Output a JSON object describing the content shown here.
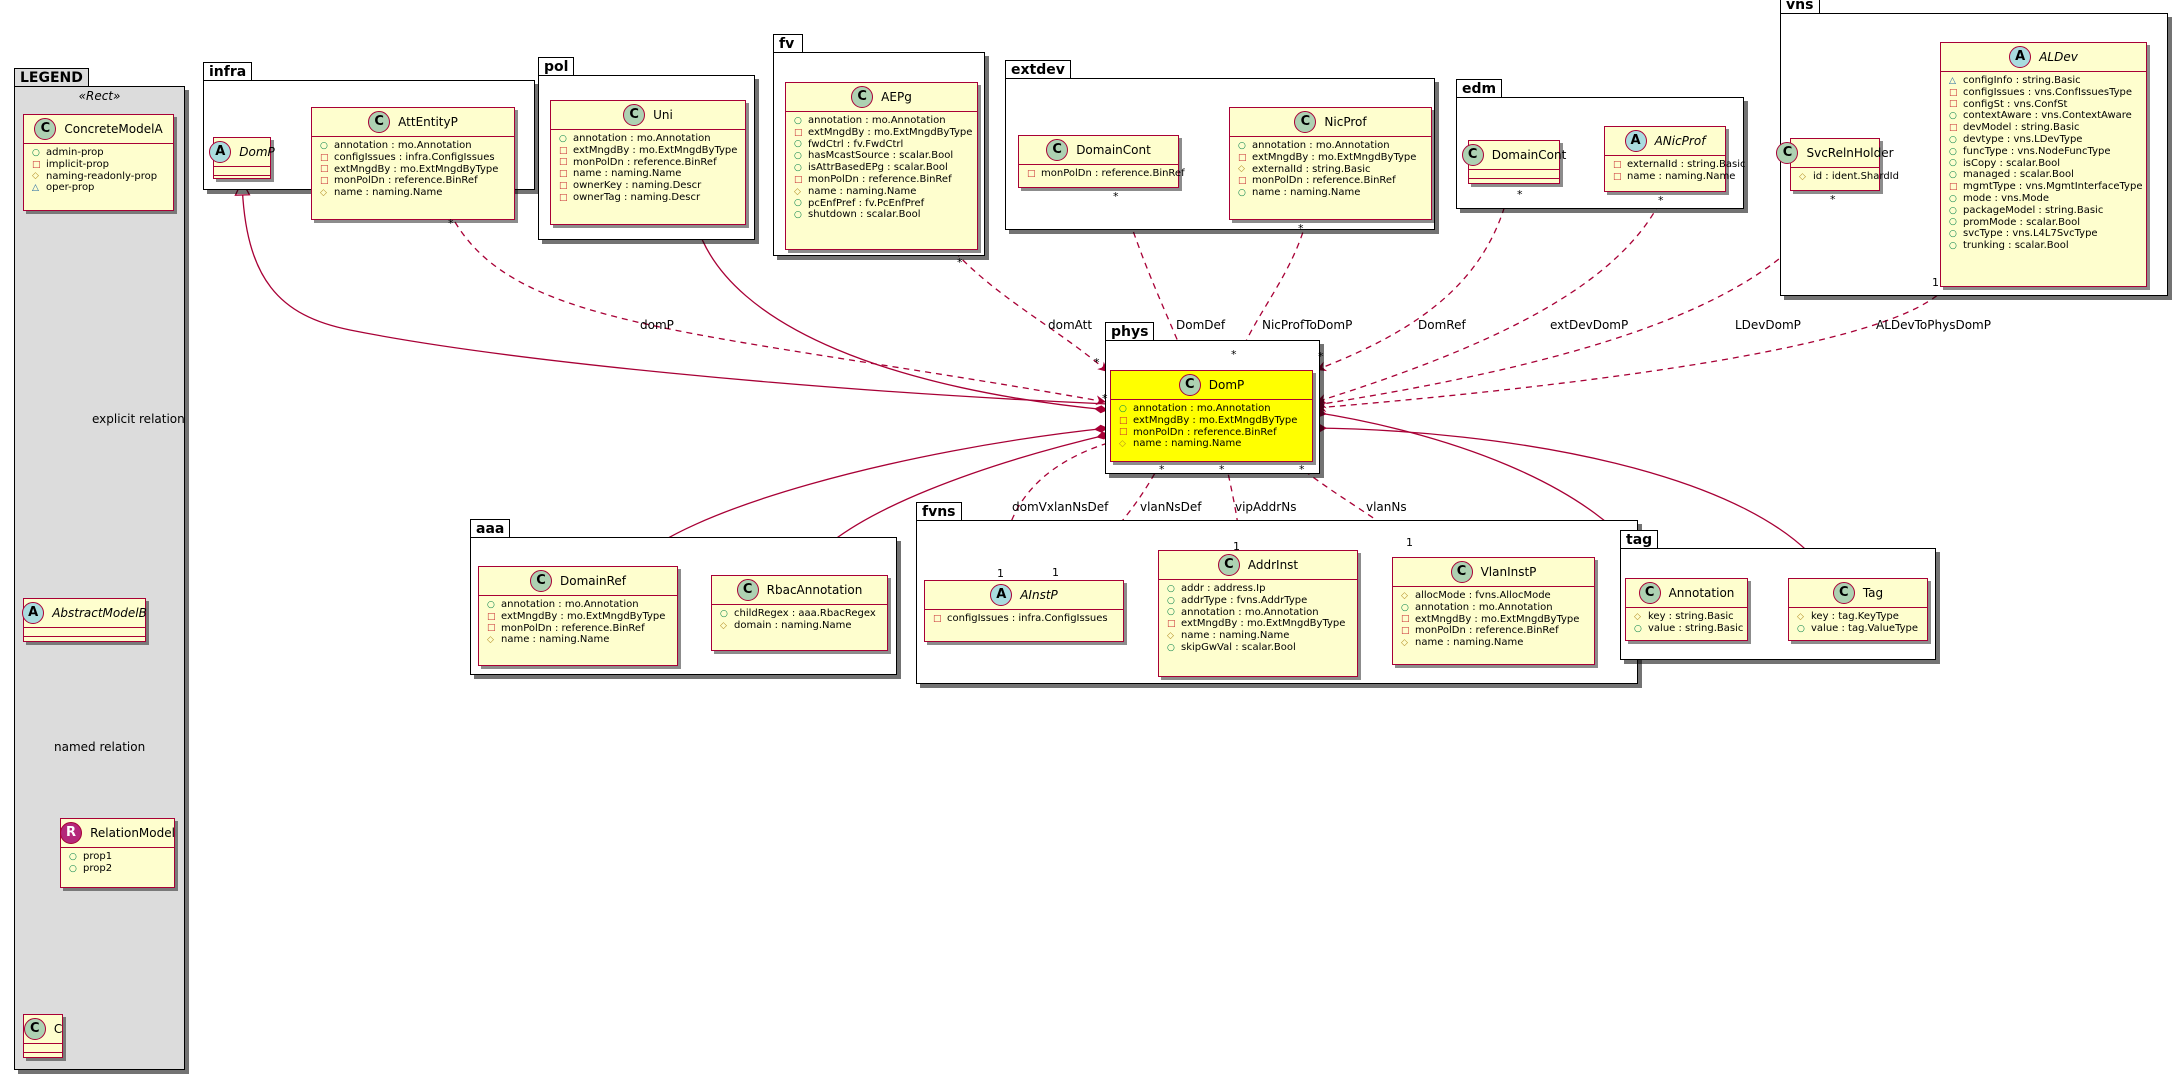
{
  "legend": {
    "title": "LEGEND",
    "stereotype": "«Rect»",
    "concrete": {
      "name": "ConcreteModelA",
      "spot": "C",
      "attrs": [
        [
          "+",
          "admin-prop"
        ],
        [
          "-",
          "implicit-prop"
        ],
        [
          "#",
          "naming-readonly-prop"
        ],
        [
          "~",
          "oper-prop"
        ]
      ]
    },
    "abstract": {
      "name": "AbstractModelB",
      "spot": "A"
    },
    "relation": {
      "name": "RelationModel",
      "spot": "R",
      "attrs": [
        [
          "+",
          "prop1"
        ],
        [
          "+",
          "prop2"
        ]
      ]
    },
    "target": {
      "name": "C",
      "spot": "C"
    },
    "explicit_label": "explicit relation",
    "named_label": "named relation"
  },
  "packages": {
    "infra": "infra",
    "pol": "pol",
    "fv": "fv",
    "extdev": "extdev",
    "edm": "edm",
    "vns": "vns",
    "phys": "phys",
    "aaa": "aaa",
    "fvns": "fvns",
    "tag": "tag"
  },
  "classes": {
    "infra_DomP": {
      "name": "DomP",
      "spot": "A",
      "abstract": true
    },
    "AttEntityP": {
      "name": "AttEntityP",
      "spot": "C",
      "attrs": [
        [
          "+",
          "annotation : mo.Annotation"
        ],
        [
          "-",
          "configIssues : infra.ConfigIssues"
        ],
        [
          "-",
          "extMngdBy : mo.ExtMngdByType"
        ],
        [
          "-",
          "monPolDn : reference.BinRef"
        ],
        [
          "#",
          "name : naming.Name"
        ]
      ]
    },
    "Uni": {
      "name": "Uni",
      "spot": "C",
      "attrs": [
        [
          "+",
          "annotation : mo.Annotation"
        ],
        [
          "-",
          "extMngdBy : mo.ExtMngdByType"
        ],
        [
          "-",
          "monPolDn : reference.BinRef"
        ],
        [
          "-",
          "name : naming.Name"
        ],
        [
          "-",
          "ownerKey : naming.Descr"
        ],
        [
          "-",
          "ownerTag : naming.Descr"
        ]
      ]
    },
    "AEPg": {
      "name": "AEPg",
      "spot": "C",
      "attrs": [
        [
          "+",
          "annotation : mo.Annotation"
        ],
        [
          "-",
          "extMngdBy : mo.ExtMngdByType"
        ],
        [
          "+",
          "fwdCtrl : fv.FwdCtrl"
        ],
        [
          "+",
          "hasMcastSource : scalar.Bool"
        ],
        [
          "+",
          "isAttrBasedEPg : scalar.Bool"
        ],
        [
          "-",
          "monPolDn : reference.BinRef"
        ],
        [
          "#",
          "name : naming.Name"
        ],
        [
          "+",
          "pcEnfPref : fv.PcEnfPref"
        ],
        [
          "+",
          "shutdown : scalar.Bool"
        ]
      ]
    },
    "extdev_DomainCont": {
      "name": "DomainCont",
      "spot": "C",
      "attrs": [
        [
          "-",
          "monPolDn : reference.BinRef"
        ]
      ]
    },
    "NicProf": {
      "name": "NicProf",
      "spot": "C",
      "attrs": [
        [
          "+",
          "annotation : mo.Annotation"
        ],
        [
          "-",
          "extMngdBy : mo.ExtMngdByType"
        ],
        [
          "#",
          "externalId : string.Basic"
        ],
        [
          "-",
          "monPolDn : reference.BinRef"
        ],
        [
          "+",
          "name : naming.Name"
        ]
      ]
    },
    "edm_DomainCont": {
      "name": "DomainCont",
      "spot": "C"
    },
    "ANicProf": {
      "name": "ANicProf",
      "spot": "A",
      "abstract": true,
      "attrs": [
        [
          "-",
          "externalId : string.Basic"
        ],
        [
          "-",
          "name : naming.Name"
        ]
      ]
    },
    "SvcRelnHolder": {
      "name": "SvcRelnHolder",
      "spot": "C",
      "attrs": [
        [
          "#",
          "id : ident.ShardId"
        ]
      ]
    },
    "ALDev": {
      "name": "ALDev",
      "spot": "A",
      "abstract": true,
      "attrs": [
        [
          "~",
          "configInfo : string.Basic"
        ],
        [
          "-",
          "configIssues : vns.ConfIssuesType"
        ],
        [
          "-",
          "configSt : vns.ConfSt"
        ],
        [
          "+",
          "contextAware : vns.ContextAware"
        ],
        [
          "-",
          "devModel : string.Basic"
        ],
        [
          "+",
          "devtype : vns.LDevType"
        ],
        [
          "+",
          "funcType : vns.NodeFuncType"
        ],
        [
          "+",
          "isCopy : scalar.Bool"
        ],
        [
          "+",
          "managed : scalar.Bool"
        ],
        [
          "-",
          "mgmtType : vns.MgmtInterfaceType"
        ],
        [
          "+",
          "mode : vns.Mode"
        ],
        [
          "+",
          "packageModel : string.Basic"
        ],
        [
          "+",
          "promMode : scalar.Bool"
        ],
        [
          "+",
          "svcType : vns.L4L7SvcType"
        ],
        [
          "+",
          "trunking : scalar.Bool"
        ]
      ]
    },
    "phys_DomP": {
      "name": "DomP",
      "spot": "C",
      "attrs": [
        [
          "+",
          "annotation : mo.Annotation"
        ],
        [
          "-",
          "extMngdBy : mo.ExtMngdByType"
        ],
        [
          "-",
          "monPolDn : reference.BinRef"
        ],
        [
          "#",
          "name : naming.Name"
        ]
      ]
    },
    "DomainRef": {
      "name": "DomainRef",
      "spot": "C",
      "attrs": [
        [
          "+",
          "annotation : mo.Annotation"
        ],
        [
          "-",
          "extMngdBy : mo.ExtMngdByType"
        ],
        [
          "-",
          "monPolDn : reference.BinRef"
        ],
        [
          "#",
          "name : naming.Name"
        ]
      ]
    },
    "RbacAnnotation": {
      "name": "RbacAnnotation",
      "spot": "C",
      "attrs": [
        [
          "+",
          "childRegex : aaa.RbacRegex"
        ],
        [
          "#",
          "domain : naming.Name"
        ]
      ]
    },
    "AInstP": {
      "name": "AInstP",
      "spot": "A",
      "abstract": true,
      "attrs": [
        [
          "-",
          "configIssues : infra.ConfigIssues"
        ]
      ]
    },
    "AddrInst": {
      "name": "AddrInst",
      "spot": "C",
      "attrs": [
        [
          "+",
          "addr : address.Ip"
        ],
        [
          "+",
          "addrType : fvns.AddrType"
        ],
        [
          "+",
          "annotation : mo.Annotation"
        ],
        [
          "-",
          "extMngdBy : mo.ExtMngdByType"
        ],
        [
          "#",
          "name : naming.Name"
        ],
        [
          "+",
          "skipGwVal : scalar.Bool"
        ]
      ]
    },
    "VlanInstP": {
      "name": "VlanInstP",
      "spot": "C",
      "attrs": [
        [
          "#",
          "allocMode : fvns.AllocMode"
        ],
        [
          "+",
          "annotation : mo.Annotation"
        ],
        [
          "-",
          "extMngdBy : mo.ExtMngdByType"
        ],
        [
          "-",
          "monPolDn : reference.BinRef"
        ],
        [
          "#",
          "name : naming.Name"
        ]
      ]
    },
    "tag_Annotation": {
      "name": "Annotation",
      "spot": "C",
      "attrs": [
        [
          "#",
          "key : string.Basic"
        ],
        [
          "+",
          "value : string.Basic"
        ]
      ]
    },
    "Tag": {
      "name": "Tag",
      "spot": "C",
      "attrs": [
        [
          "#",
          "key : tag.KeyType"
        ],
        [
          "+",
          "value : tag.ValueType"
        ]
      ]
    }
  },
  "relations": {
    "domP": "domP",
    "domAtt": "domAtt",
    "DomDef": "DomDef",
    "NicProfToDomP": "NicProfToDomP",
    "DomRef": "DomRef",
    "extDevDomP": "extDevDomP",
    "LDevDomP": "LDevDomP",
    "ALDevToPhysDomP": "ALDevToPhysDomP",
    "domVxlanNsDef": "domVxlanNsDef",
    "vlanNsDef": "vlanNsDef",
    "vipAddrNs": "vipAddrNs",
    "vlanNs": "vlanNs"
  },
  "multiplicities": {
    "star": "*",
    "one": "1"
  },
  "colors": {
    "class_fill": "#fefece",
    "class_border": "#a80036",
    "highlight": "#ffff00",
    "legend_fill": "#dcdcdc",
    "relation": "#a80036"
  }
}
